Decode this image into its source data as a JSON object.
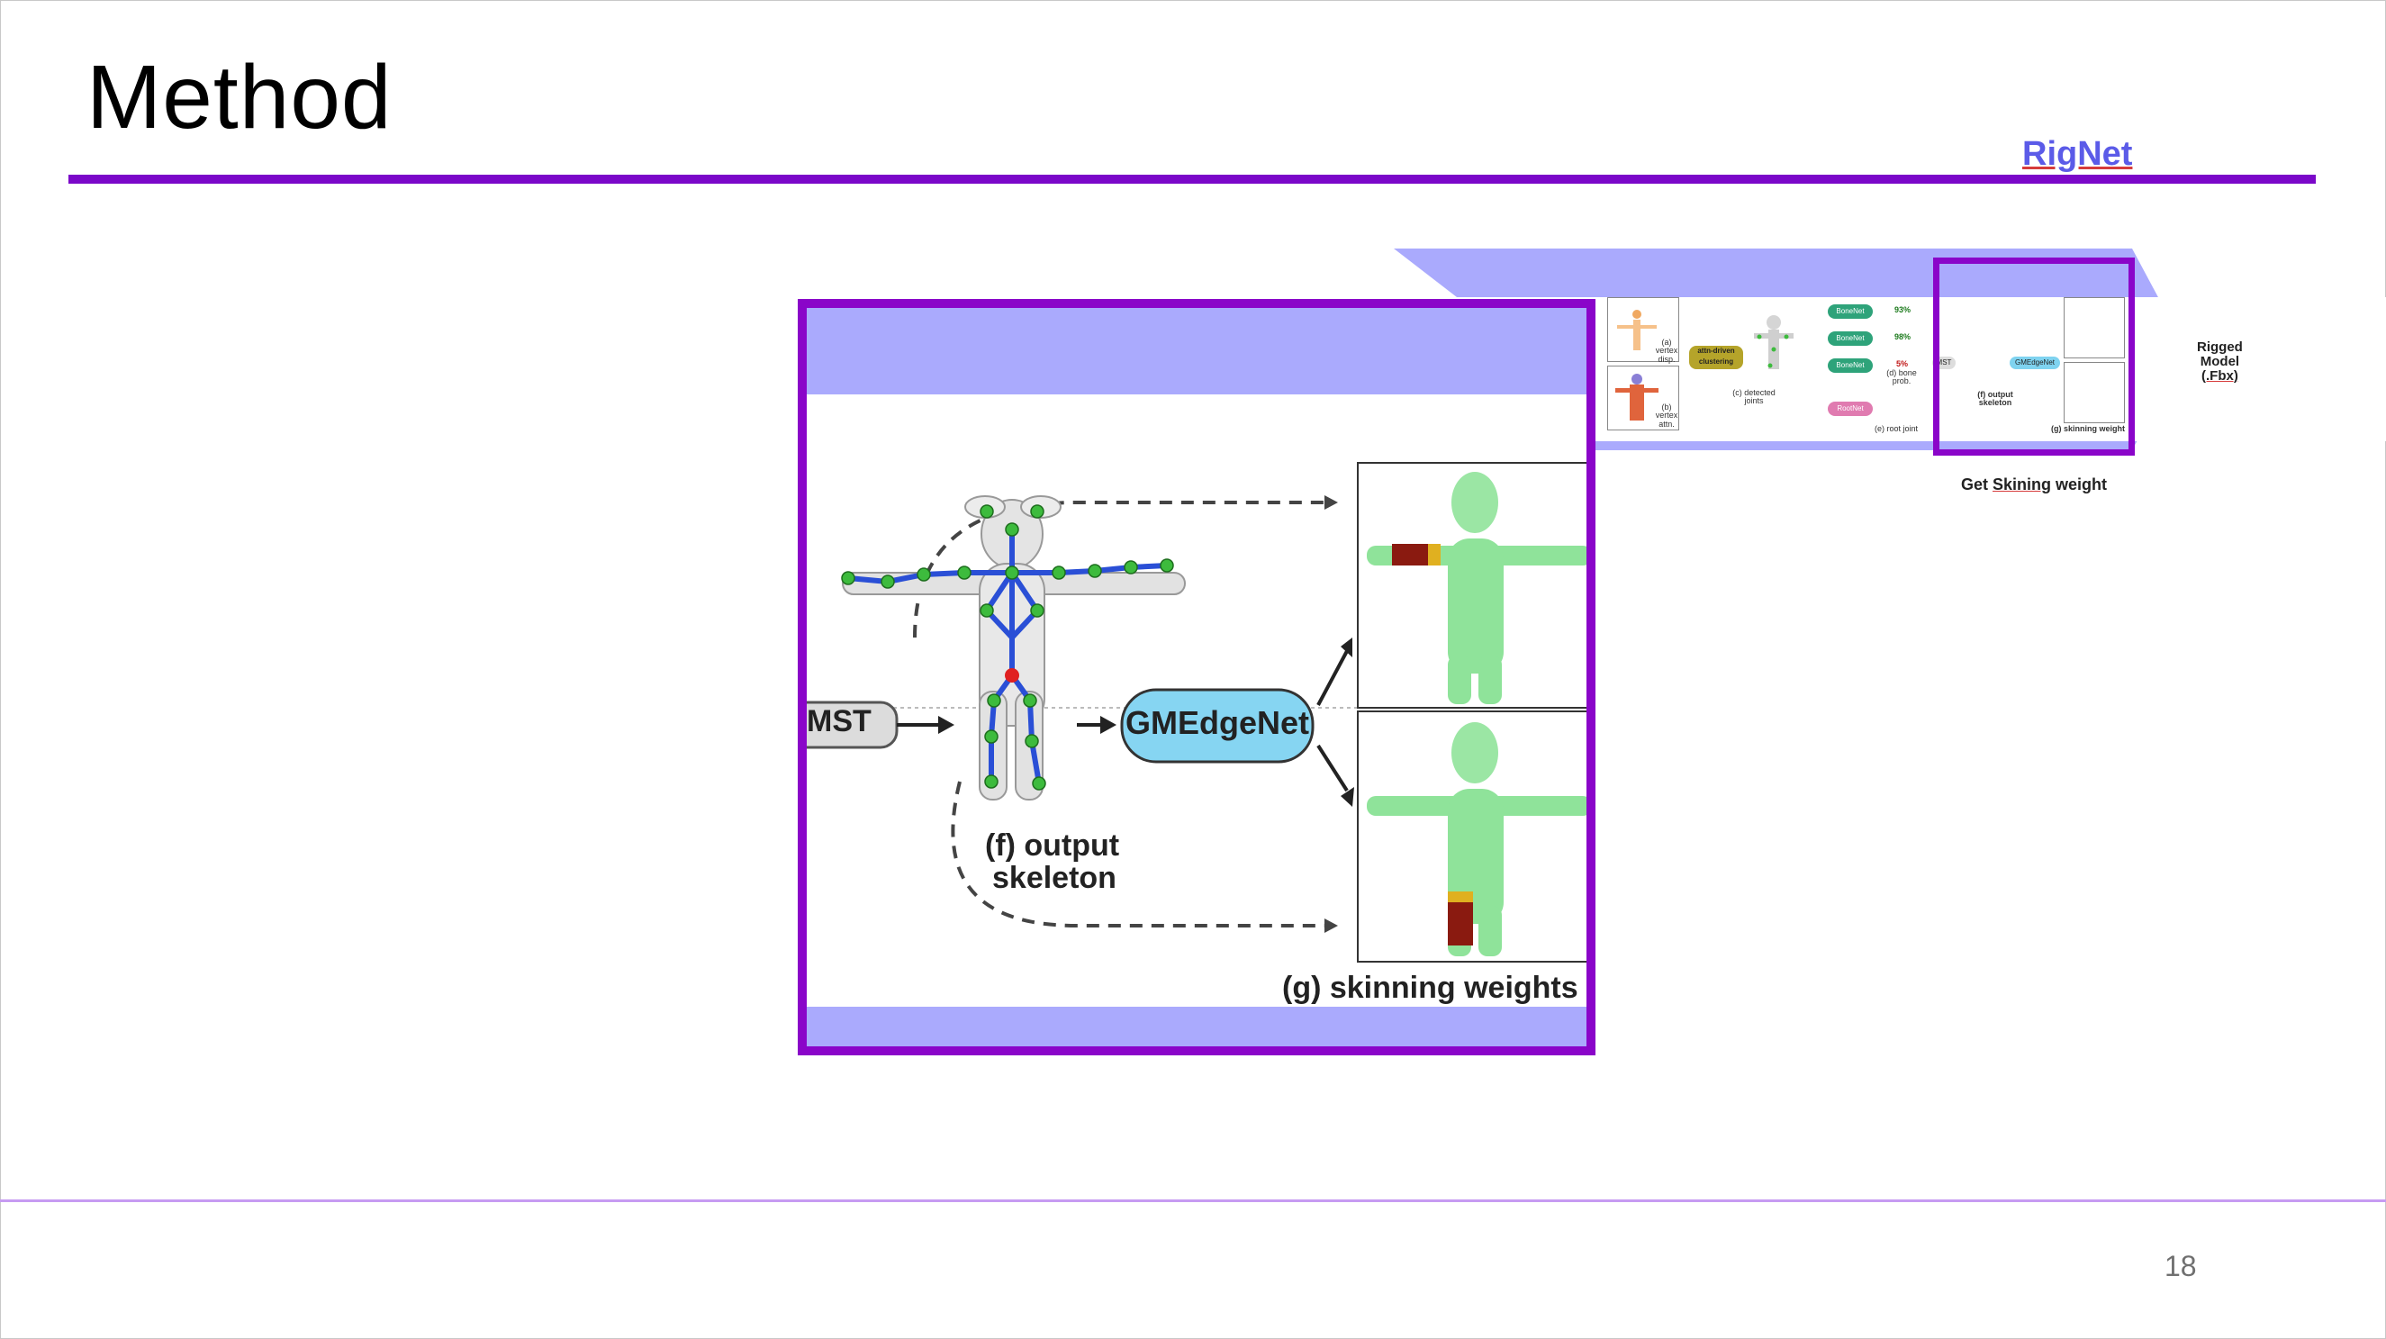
{
  "slide": {
    "title": "Method",
    "link_text": "RigNet",
    "page_number": "18"
  },
  "pipeline_thumbnail": {
    "vertex_disp_label": "(a) vertex disp.",
    "vertex_attn_label": "(b) vertex attn.",
    "clustering_label": "attn-driven clustering",
    "detected_joints_label": "(c) detected joints",
    "bonenet_label": "BoneNet",
    "rootnet_label": "RootNet",
    "prob_values": [
      "93%",
      "98%",
      "5%"
    ],
    "bone_prob_label": "(d) bone prob.",
    "root_joint_label": "(e) root joint",
    "mst_label": "MST",
    "gmedgenet_label": "GMEdgeNet",
    "output_skeleton_label": "(f) output skeleton",
    "skinning_weight_label": "(g) skinning weight",
    "result_label_line1": "Rigged",
    "result_label_line2": "Model",
    "result_label_line3": "(.Fbx)",
    "caption_prefix": "Get ",
    "caption_word": "Skining",
    "caption_suffix": " weight"
  },
  "zoom_detail": {
    "mst_label": "MST",
    "gmedgenet_label": "GMEdgeNet",
    "output_label_line1": "(f) output",
    "output_label_line2": "skeleton",
    "skinning_label": "(g) skinning weights"
  },
  "colors": {
    "accent_purple": "#8a05c9",
    "band_lavender": "#aaaafd",
    "link_blue": "#5b5be8",
    "mesh_green": "#8fe39a",
    "bone_blue": "#2a4fd6",
    "joint_green": "#3dbb3d"
  }
}
